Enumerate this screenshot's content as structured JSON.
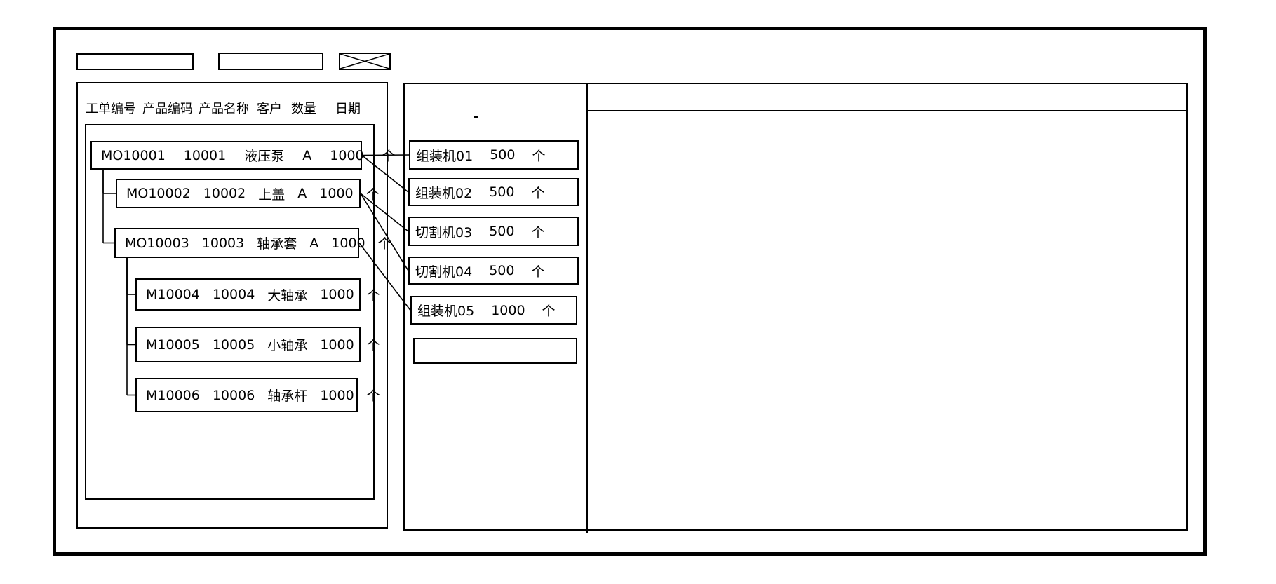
{
  "toolbar": {
    "field_1_value": "",
    "field_2_value": ""
  },
  "icons": {
    "image_placeholder": "crossed-box"
  },
  "left_panel": {
    "columns": [
      "工单编号",
      "产品编码",
      "产品名称",
      "客户",
      "数量",
      "日期"
    ],
    "orders": [
      {
        "order_no": "MO10001",
        "product_code": "10001",
        "product_name": "液压泵",
        "customer": "A",
        "qty": "1000",
        "unit": "个",
        "level": 0,
        "parent": null
      },
      {
        "order_no": "MO10002",
        "product_code": "10002",
        "product_name": "上盖",
        "customer": "A",
        "qty": "1000",
        "unit": "个",
        "level": 1,
        "parent": 0
      },
      {
        "order_no": "MO10003",
        "product_code": "10003",
        "product_name": "轴承套",
        "customer": "A",
        "qty": "1000",
        "unit": "个",
        "level": 1,
        "parent": 0
      },
      {
        "order_no": "M10004",
        "product_code": "10004",
        "product_name": "大轴承",
        "customer": "",
        "qty": "1000",
        "unit": "个",
        "level": 2,
        "parent": 2
      },
      {
        "order_no": "M10005",
        "product_code": "10005",
        "product_name": "小轴承",
        "customer": "",
        "qty": "1000",
        "unit": "个",
        "level": 2,
        "parent": 2
      },
      {
        "order_no": "M10006",
        "product_code": "10006",
        "product_name": "轴承杆",
        "customer": "",
        "qty": "1000",
        "unit": "个",
        "level": 2,
        "parent": 2
      }
    ]
  },
  "machine_panel": {
    "machines": [
      {
        "name": "组装机01",
        "qty": "500",
        "unit": "个"
      },
      {
        "name": "组装机02",
        "qty": "500",
        "unit": "个"
      },
      {
        "name": "切割机03",
        "qty": "500",
        "unit": "个"
      },
      {
        "name": "切割机04",
        "qty": "500",
        "unit": "个"
      },
      {
        "name": "组装机05",
        "qty": "1000",
        "unit": "个"
      },
      {
        "name": "",
        "qty": "",
        "unit": ""
      }
    ]
  },
  "connections": [
    {
      "from": 0,
      "to": 0
    },
    {
      "from": 0,
      "to": 1
    },
    {
      "from": 1,
      "to": 2
    },
    {
      "from": 1,
      "to": 3
    },
    {
      "from": 2,
      "to": 4
    }
  ],
  "colors": {
    "line": "#000000",
    "background": "#ffffff"
  }
}
